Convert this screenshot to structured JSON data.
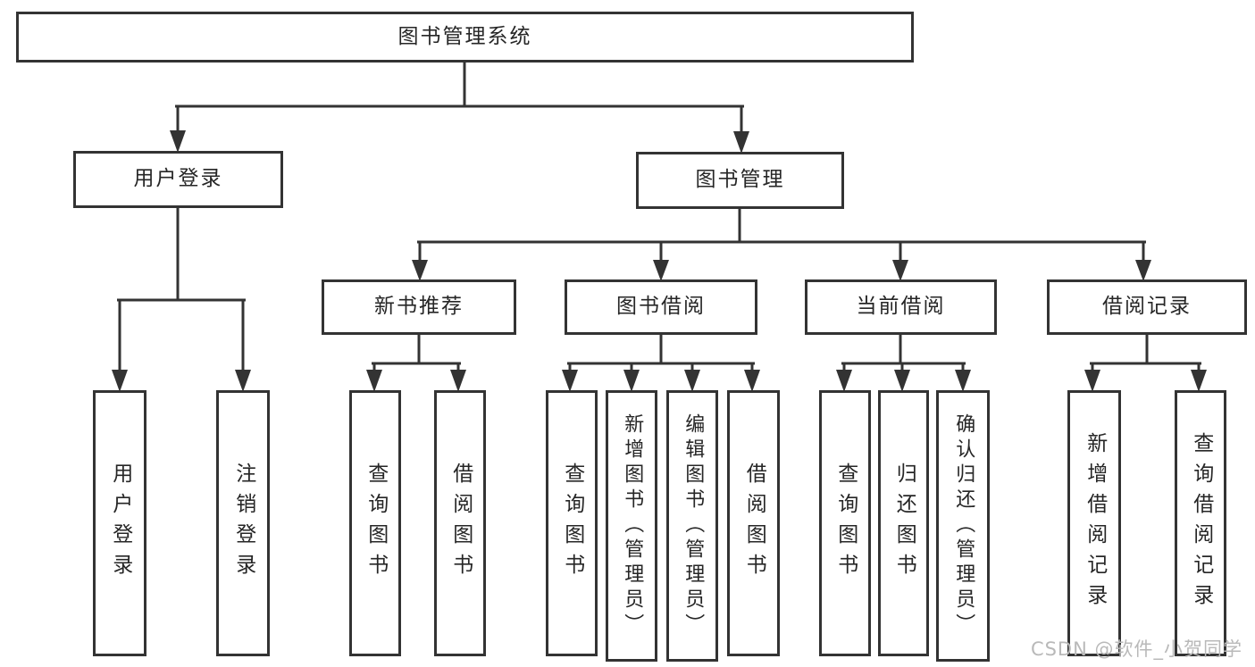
{
  "diagram": {
    "root": {
      "label": "图书管理系统"
    },
    "branches": [
      {
        "label": "用户登录",
        "children": [
          {
            "label": "用户登录"
          },
          {
            "label": "注销登录"
          }
        ]
      },
      {
        "label": "图书管理",
        "children": [
          {
            "label": "新书推荐",
            "children": [
              {
                "label": "查询图书"
              },
              {
                "label": "借阅图书"
              }
            ]
          },
          {
            "label": "图书借阅",
            "children": [
              {
                "label": "查询图书"
              },
              {
                "label": "新增图书（管理员）"
              },
              {
                "label": "编辑图书（管理员）"
              },
              {
                "label": "借阅图书"
              }
            ]
          },
          {
            "label": "当前借阅",
            "children": [
              {
                "label": "查询图书"
              },
              {
                "label": "归还图书"
              },
              {
                "label": "确认归还（管理员）"
              }
            ]
          },
          {
            "label": "借阅记录",
            "children": [
              {
                "label": "新增借阅记录"
              },
              {
                "label": "查询借阅记录"
              }
            ]
          }
        ]
      }
    ]
  },
  "watermark": {
    "text": "CSDN @软件_小贺同学"
  },
  "colors": {
    "line": "#333333",
    "text": "#262626",
    "box_background": "#ffffff",
    "page_background": "#ffffff",
    "watermark": "#b9b9b9"
  }
}
